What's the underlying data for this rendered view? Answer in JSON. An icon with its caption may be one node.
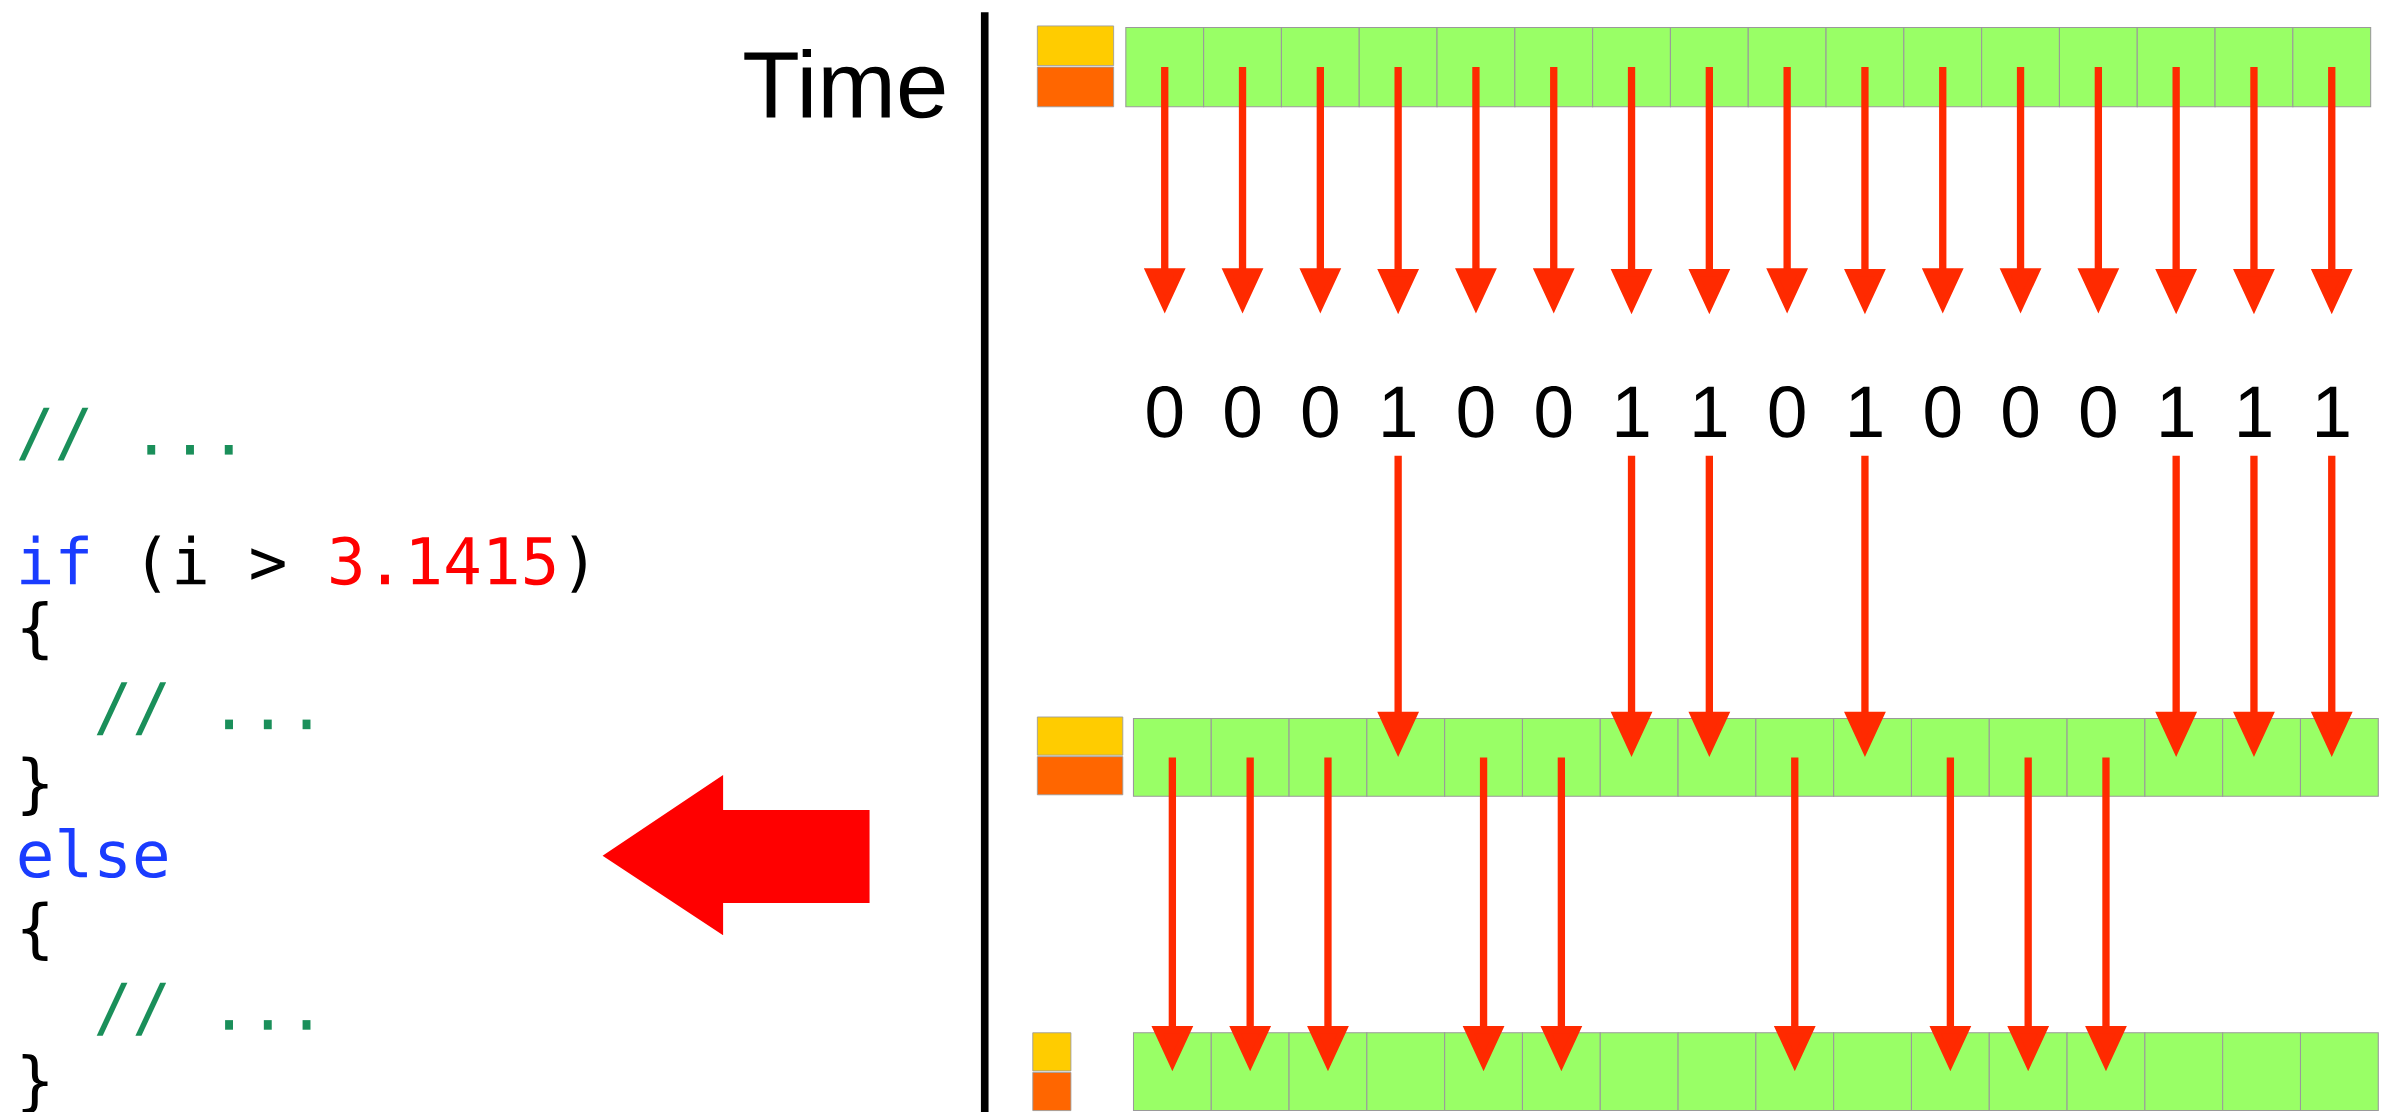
{
  "diagram": {
    "nodes": [
      {
        "text": [],
        "shape": "box"
      },
      {
        "text": [],
        "shape": "box"
      },
      {
        "text": [],
        "shape": "box"
      },
      {
        "text": [],
        "shape": "box"
      },
      {
        "text": [],
        "shape": "box"
      },
      {
        "text": [],
        "shape": "box"
      },
      {
        "text": [],
        "shape": "box"
      },
      {
        "text": [],
        "shape": "box"
      },
      {
        "text": [],
        "shape": "box"
      },
      {
        "text": [],
        "shape": "box"
      },
      {
        "text": [],
        "shape": "box"
      },
      {
        "text": [],
        "shape": "box"
      },
      {
        "text": [],
        "shape": "box"
      },
      {
        "text": [],
        "shape": "box"
      },
      {
        "text": [],
        "shape": "box"
      },
      {
        "text": [],
        "shape": "box"
      },
      {
        "text": [
          "0"
        ]
      },
      {
        "text": [
          "0"
        ]
      },
      {
        "text": [
          "0"
        ]
      },
      {
        "text": [
          "1"
        ]
      },
      {
        "text": [
          "0"
        ]
      },
      {
        "text": [
          "0"
        ]
      },
      {
        "text": [
          "1"
        ]
      },
      {
        "text": [
          "1"
        ]
      },
      {
        "text": [
          "0"
        ]
      },
      {
        "text": [
          "1"
        ]
      },
      {
        "text": [
          "0"
        ]
      },
      {
        "text": [
          "0"
        ]
      },
      {
        "text": [
          "0"
        ]
      },
      {
        "text": [
          "1"
        ]
      },
      {
        "text": [
          "1"
        ]
      },
      {
        "text": [
          "1"
        ]
      },
      {
        "text": [],
        "shape": "box"
      },
      {
        "text": [],
        "shape": "box"
      },
      {
        "text": [],
        "shape": "box"
      },
      {
        "text": [],
        "shape": "box"
      },
      {
        "text": [],
        "shape": "box"
      },
      {
        "text": [],
        "shape": "box"
      },
      {
        "text": [],
        "shape": "box"
      },
      {
        "text": [],
        "shape": "box"
      },
      {
        "text": [],
        "shape": "box"
      },
      {
        "text": [],
        "shape": "box"
      },
      {
        "text": [],
        "shape": "box"
      },
      {
        "text": [],
        "shape": "box"
      },
      {
        "text": [],
        "shape": "box"
      },
      {
        "text": [],
        "shape": "box"
      },
      {
        "text": [],
        "shape": "box"
      },
      {
        "text": [],
        "shape": "box"
      },
      {
        "text": [],
        "shape": "box"
      },
      {
        "text": [],
        "shape": "box"
      },
      {
        "text": [],
        "shape": "box"
      },
      {
        "text": [],
        "shape": "box"
      },
      {
        "text": [],
        "shape": "box"
      },
      {
        "text": [],
        "shape": "box"
      },
      {
        "text": [],
        "shape": "box"
      },
      {
        "text": [],
        "shape": "box"
      },
      {
        "text": [],
        "shape": "box"
      },
      {
        "text": [],
        "shape": "box"
      },
      {
        "text": [],
        "shape": "box"
      },
      {
        "text": [],
        "shape": "box"
      },
      {
        "text": [],
        "shape": "box"
      },
      {
        "text": [],
        "shape": "box"
      },
      {
        "text": [],
        "shape": "box"
      },
      {
        "text": [],
        "shape": "box"
      },
      {
        "text": [],
        "shape": "box"
      },
      {
        "text": [],
        "shape": "box"
      },
      {
        "text": [],
        "shape": "box"
      },
      {
        "text": [],
        "shape": "box"
      },
      {
        "text": [],
        "shape": "box"
      },
      {
        "text": [],
        "shape": "box"
      }
    ],
    "edges": [
      {
        "from": 0,
        "to": 16,
        "arrow": "to"
      },
      {
        "from": 1,
        "to": 17,
        "arrow": "to"
      },
      {
        "from": 2,
        "to": 18,
        "arrow": "to"
      },
      {
        "from": 3,
        "to": 19,
        "arrow": "to"
      },
      {
        "from": 4,
        "to": 20,
        "arrow": "to"
      },
      {
        "from": 5,
        "to": 21,
        "arrow": "to"
      },
      {
        "from": 6,
        "to": 22,
        "arrow": "to"
      },
      {
        "from": 7,
        "to": 23,
        "arrow": "to"
      },
      {
        "from": 8,
        "to": 24,
        "arrow": "to"
      },
      {
        "from": 9,
        "to": 25,
        "arrow": "to"
      },
      {
        "from": 10,
        "to": 26,
        "arrow": "to"
      },
      {
        "from": 11,
        "to": 27,
        "arrow": "to"
      },
      {
        "from": 12,
        "to": 28,
        "arrow": "to"
      },
      {
        "from": 13,
        "to": 29,
        "arrow": "to"
      },
      {
        "from": 14,
        "to": 30,
        "arrow": "to"
      },
      {
        "from": 15,
        "to": 31,
        "arrow": "to"
      },
      {
        "from": 19,
        "to": 35,
        "arrow": "to"
      },
      {
        "from": 22,
        "to": 38,
        "arrow": "to"
      },
      {
        "from": 23,
        "to": 39,
        "arrow": "to"
      },
      {
        "from": 25,
        "to": 41,
        "arrow": "to"
      },
      {
        "from": 29,
        "to": 45,
        "arrow": "to"
      },
      {
        "from": 30,
        "to": 46,
        "arrow": "to"
      },
      {
        "from": 31,
        "to": 47,
        "arrow": "to"
      },
      {
        "from": 32,
        "to": 48,
        "arrow": "to"
      },
      {
        "from": 33,
        "to": 49,
        "arrow": "to"
      },
      {
        "from": 34,
        "to": 50,
        "arrow": "to"
      },
      {
        "from": 36,
        "to": 52,
        "arrow": "to"
      },
      {
        "from": 37,
        "to": 53,
        "arrow": "to"
      },
      {
        "from": 40,
        "to": 56,
        "arrow": "to"
      },
      {
        "from": 42,
        "to": 58,
        "arrow": "to"
      },
      {
        "from": 43,
        "to": 59,
        "arrow": "to"
      },
      {
        "from": 44,
        "to": 60,
        "arrow": "to"
      }
    ],
    "labels": [
      "Time",
      "// ...",
      "if",
      "(i >",
      "3.1415",
      ")",
      "{",
      "// ...",
      "}",
      "else",
      "{",
      "// ...",
      "}"
    ]
  }
}
